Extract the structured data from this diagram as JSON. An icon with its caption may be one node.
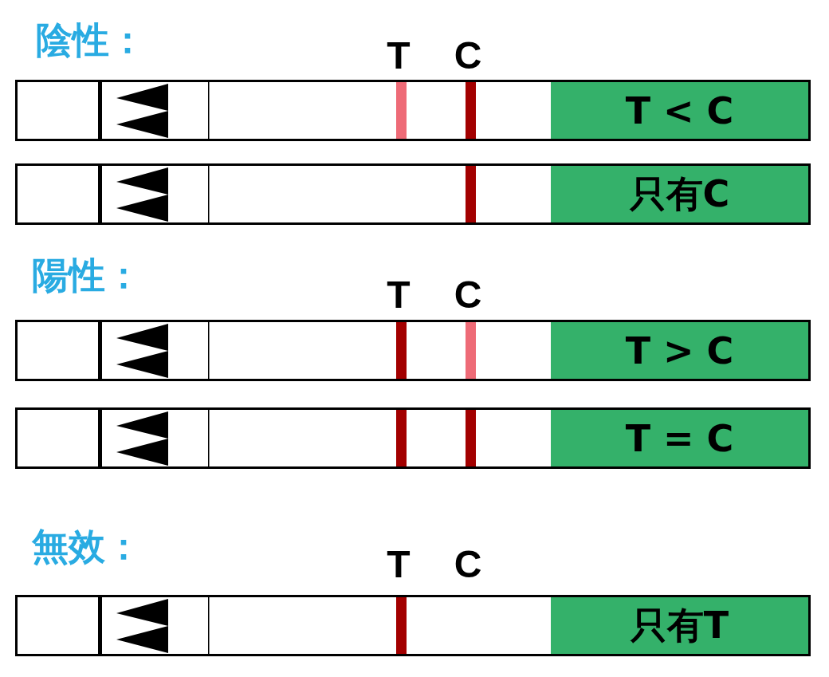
{
  "diagram": {
    "nodes": [
      {
        "text": [
          "T < C"
        ]
      },
      {
        "text": [
          "只有C"
        ]
      },
      {
        "text": [
          "T > C"
        ]
      },
      {
        "text": [
          "T = C"
        ]
      },
      {
        "text": [
          "只有T"
        ]
      }
    ],
    "labels": [
      "陰性：",
      "T",
      "C",
      "陽性：",
      "T",
      "C",
      "無效：",
      "T",
      "C"
    ]
  }
}
